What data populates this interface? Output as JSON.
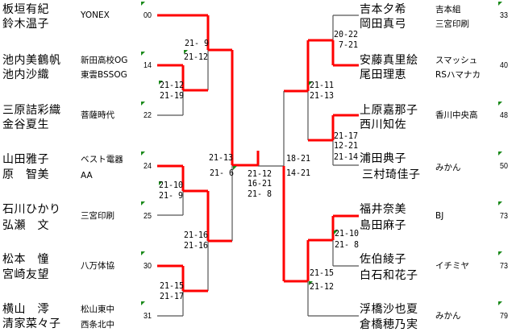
{
  "left_entries": [
    {
      "players": [
        "板垣有紀",
        "鈴木温子"
      ],
      "teams": [
        "YONEX"
      ],
      "seed": "00"
    },
    {
      "players": [
        "池内美鶴帆",
        "池内沙織"
      ],
      "teams": [
        "新田高校OG",
        "東雲BSSOG"
      ],
      "seed": "14"
    },
    {
      "players": [
        "三原詰彩織",
        "金谷夏生"
      ],
      "teams": [
        "菩薩時代"
      ],
      "seed": "22"
    },
    {
      "players": [
        "山田雅子",
        "原　智美"
      ],
      "teams": [
        "ベスト電器",
        "AA"
      ],
      "seed": "24"
    },
    {
      "players": [
        "石川ひかり",
        "弘瀬　文"
      ],
      "teams": [
        "三宮印刷"
      ],
      "seed": "25"
    },
    {
      "players": [
        "松本　憧",
        "宮崎友望"
      ],
      "teams": [
        "八万体協"
      ],
      "seed": "30"
    },
    {
      "players": [
        "横山　澪",
        "清家菜々子"
      ],
      "teams": [
        "松山東中",
        "西条北中"
      ],
      "seed": "31"
    }
  ],
  "right_entries": [
    {
      "players": [
        "吉本夕希",
        "岡田真弓"
      ],
      "teams": [
        "吉本組",
        "三宮印刷"
      ],
      "seed": "33"
    },
    {
      "players": [
        "安藤真里絵",
        "尾田理恵"
      ],
      "teams": [
        "スマッシュ",
        "RSハマナカ"
      ],
      "seed": "40"
    },
    {
      "players": [
        "上原嘉那子",
        "西川知佐"
      ],
      "teams": [
        "香川中央高"
      ],
      "seed": "48"
    },
    {
      "players": [
        "浦田典子",
        "三村琦佳子"
      ],
      "teams": [
        "みかん"
      ],
      "seed": "50"
    },
    {
      "players": [
        "福井奈美",
        "島田麻子"
      ],
      "teams": [
        "BJ"
      ],
      "seed": "73"
    },
    {
      "players": [
        "佐伯綾子",
        "白石和花子"
      ],
      "teams": [
        "イチミヤ"
      ],
      "seed": "73"
    },
    {
      "players": [
        "浮橋沙也夏",
        "倉橋穂乃実"
      ],
      "teams": [
        "みかん"
      ],
      "seed": "79"
    }
  ],
  "matches": {
    "left_r1_14_22": [
      "21-12",
      "21-19"
    ],
    "left_r1_24_25": [
      "21-10",
      "21- 9"
    ],
    "left_r1_30_31": [
      "21-15",
      "21-17"
    ],
    "left_r2_00_14": [
      "21- 9",
      "21-12"
    ],
    "left_r2_24_30": [
      "21-16",
      "21-16"
    ],
    "left_semi": [
      "21-13",
      "21- 6"
    ],
    "final": [
      "21-12",
      "16-21",
      "21- 8"
    ],
    "right_semi": [
      "18-21",
      "14-21"
    ],
    "right_r1_33_40": [
      "20-22",
      " 7-21"
    ],
    "right_r1_48_50": [
      "21-17",
      "12-21",
      "21-14"
    ],
    "right_r1_73_73": [
      "21-10",
      "21- 8"
    ],
    "right_r2_40_48": [
      "21-11",
      "21-13"
    ],
    "right_r2_73_79": [
      "21-15",
      "21-12"
    ]
  },
  "colors": {
    "winner_line": "#ff0000",
    "line": "#555555",
    "flag": "#1a8a1a"
  }
}
